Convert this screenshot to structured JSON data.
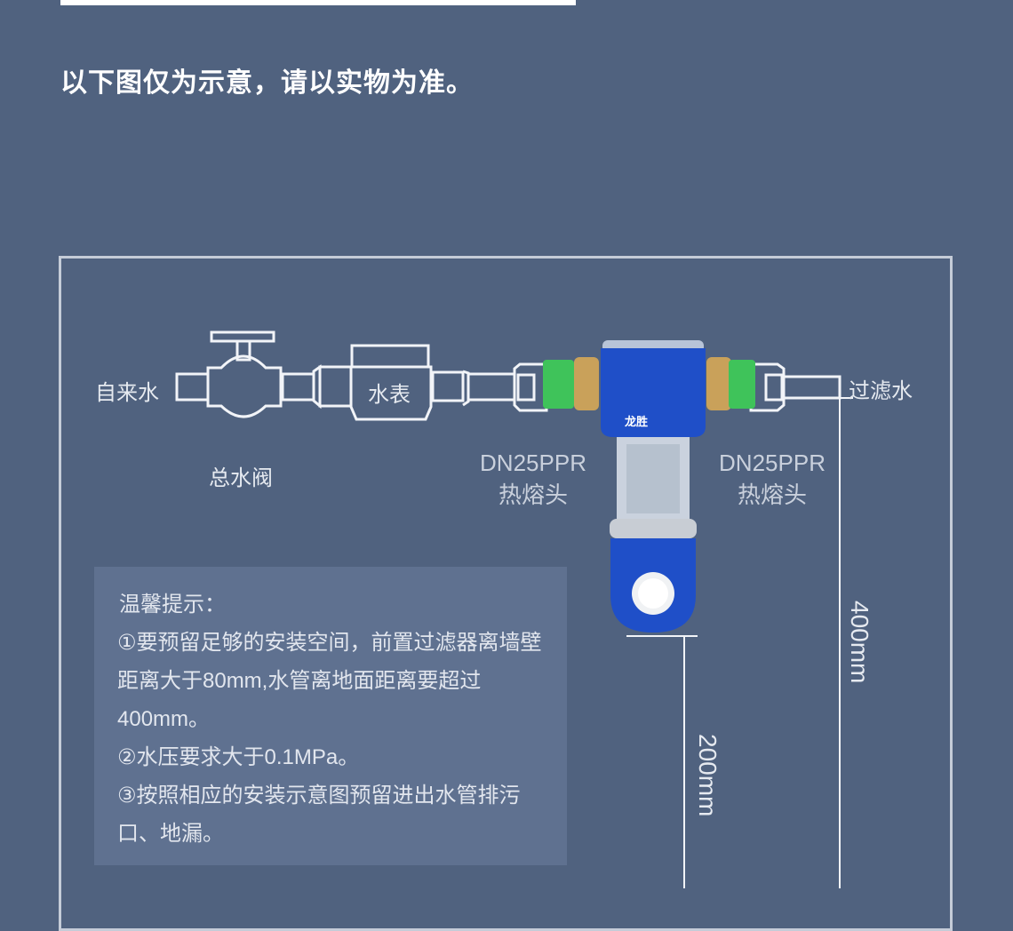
{
  "header": {
    "note": "以下图仅为示意，请以实物为准。"
  },
  "diagram": {
    "inlet_label": "自来水",
    "valve_label": "总水阀",
    "meter_label": "水表",
    "left_fitting": {
      "spec": "DN25PPR",
      "type": "热熔头"
    },
    "right_fitting": {
      "spec": "DN25PPR",
      "type": "热熔头"
    },
    "outlet_label": "过滤水",
    "dimension_400": "400mm",
    "dimension_200": "200mm",
    "product_logo": "龙胜",
    "colors": {
      "background": "#50627f",
      "product_body": "#1f4fc8",
      "fitting_green": "#3fc35a",
      "brass": "#c9a15a"
    }
  },
  "tips": {
    "title": "温馨提示：",
    "items": [
      "①要预留足够的安装空间，前置过滤器离墙壁距离大于80mm,水管离地面距离要超过400mm。",
      "②水压要求大于0.1MPa。",
      "③按照相应的安装示意图预留进出水管排污口、地漏。"
    ]
  }
}
